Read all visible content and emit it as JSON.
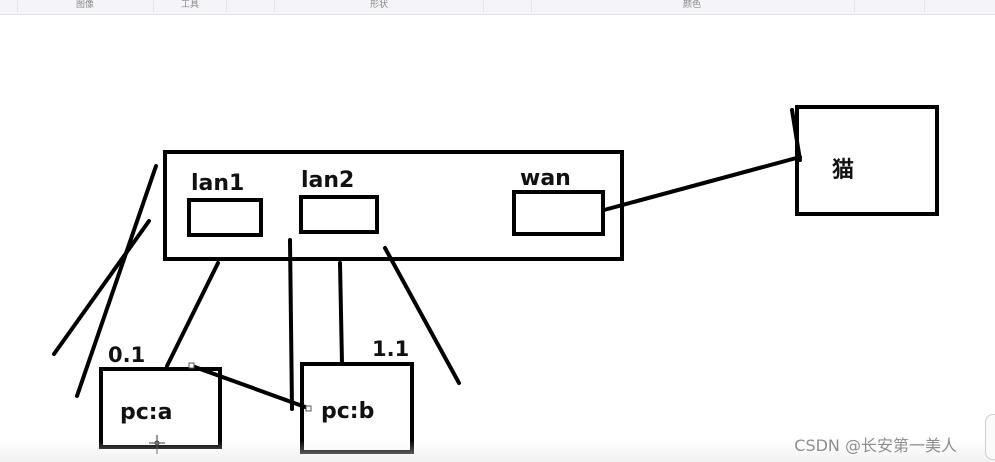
{
  "ribbon": {
    "groups": [
      "图像",
      "工具",
      "形状",
      "颜色"
    ]
  },
  "diagram": {
    "router": {
      "ports": [
        {
          "id": "lan1",
          "label": "lan1"
        },
        {
          "id": "lan2",
          "label": "lan2"
        },
        {
          "id": "wan",
          "label": "wan"
        }
      ]
    },
    "modem": {
      "label": "猫"
    },
    "pcs": [
      {
        "id": "pc-a",
        "label": "pc:a",
        "address": "0.1"
      },
      {
        "id": "pc-b",
        "label": "pc:b",
        "address": "1.1"
      }
    ]
  },
  "watermark": "CSDN @长安第一美人"
}
